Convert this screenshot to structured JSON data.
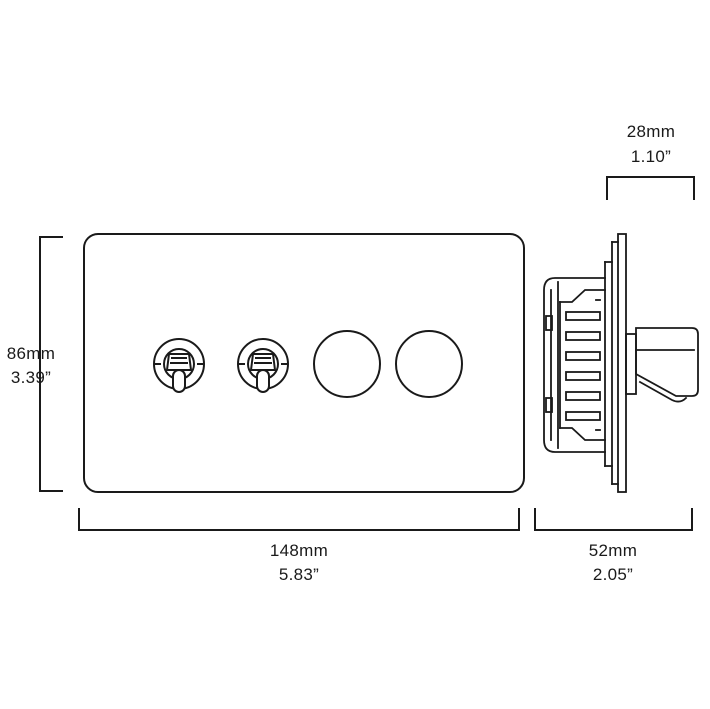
{
  "dimensions": {
    "height": {
      "metric": "86mm",
      "imperial": "3.39”"
    },
    "width": {
      "metric": "148mm",
      "imperial": "5.83”"
    },
    "depth": {
      "metric": "52mm",
      "imperial": "2.05”"
    },
    "protrusion": {
      "metric": "28mm",
      "imperial": "1.10”"
    }
  },
  "front_plate": {
    "controls": [
      {
        "type": "toggle-switch"
      },
      {
        "type": "toggle-switch"
      },
      {
        "type": "rotary-dimmer"
      },
      {
        "type": "rotary-dimmer"
      }
    ]
  },
  "colors": {
    "line": "#1a1a1a",
    "background": "#ffffff"
  }
}
